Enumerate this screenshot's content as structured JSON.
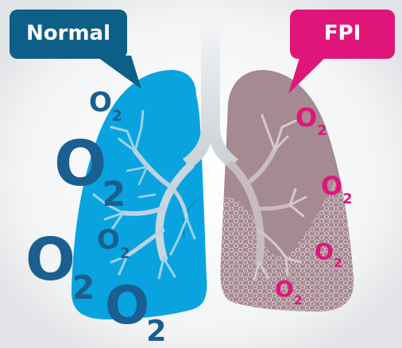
{
  "callouts": {
    "normal": {
      "label": "Normal"
    },
    "fpi": {
      "label": "FPI"
    }
  },
  "oxygen": {
    "symbol": "O",
    "subscript": "2"
  },
  "colors": {
    "normal_lung": "#09a4df",
    "fpi_lung": "#a58a92",
    "normal_o2": "#1a5f8f",
    "fpi_o2": "#e0157a",
    "normal_callout": "#0e5f87",
    "fpi_callout": "#e0157a",
    "trachea": "#d8dde2"
  }
}
